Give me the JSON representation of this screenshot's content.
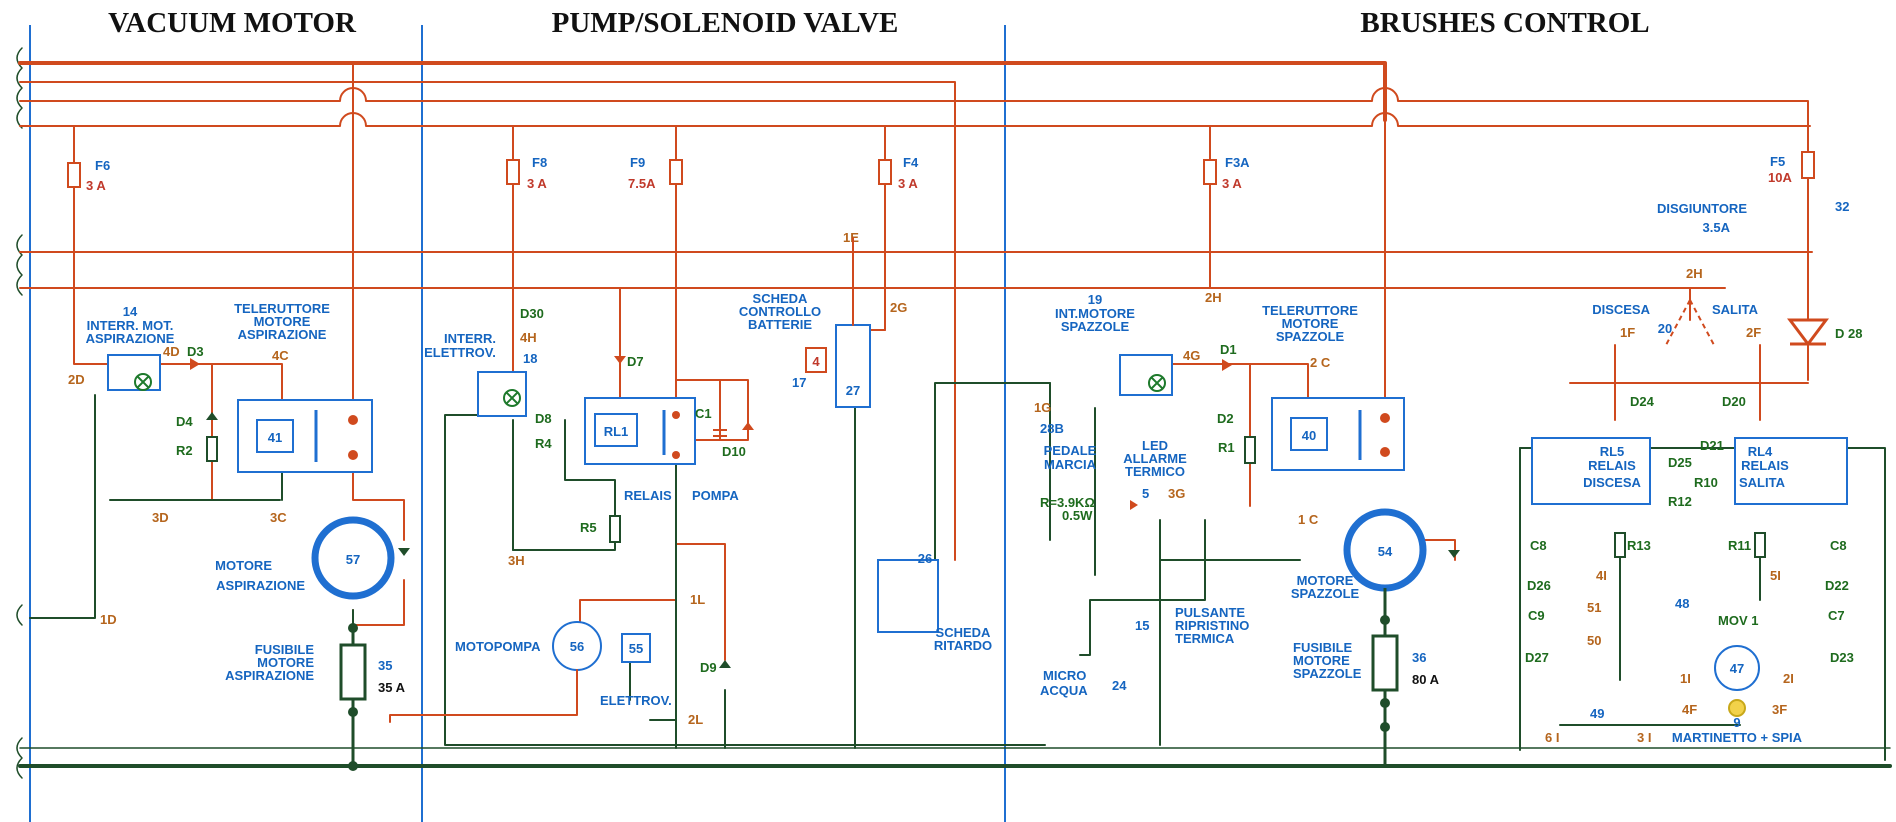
{
  "colors": {
    "background": "#ffffff",
    "power": "#d04a1e",
    "ground": "#1f4d2a",
    "component": "#1f6fd1",
    "label": "#1565c0"
  },
  "sections": [
    "VACUUM MOTOR",
    "PUMP/SOLENOID VALVE",
    "BRUSHES CONTROL"
  ],
  "fuses": [
    {
      "id": "F6",
      "rating": "3 A"
    },
    {
      "id": "F8",
      "rating": "3 A"
    },
    {
      "id": "F9",
      "rating": "7.5A"
    },
    {
      "id": "F4",
      "rating": "3 A"
    },
    {
      "id": "F3A",
      "rating": "3 A"
    },
    {
      "id": "F5",
      "rating": "10A"
    }
  ],
  "components": {
    "c14": [
      "14",
      "INTERR. MOT.",
      "ASPIRAZIONE"
    ],
    "c41": [
      "TELERUTTORE",
      "MOTORE",
      "ASPIRAZIONE"
    ],
    "c57": [
      "MOTORE",
      "ASPIRAZIONE"
    ],
    "c35": [
      "FUSIBILE",
      "MOTORE",
      "ASPIRAZIONE"
    ],
    "c18": [
      "INTERR.",
      "ELETTROV."
    ],
    "relay": "RELAIS",
    "pump": "POMPA",
    "c56": "MOTOPOMPA",
    "c55": "ELETTROV.",
    "c27": [
      "SCHEDA",
      "CONTROLLO",
      "BATTERIE"
    ],
    "c26": [
      "SCHEDA",
      "RITARDO"
    ],
    "c19": [
      "19",
      "INT.MOTORE",
      "SPAZZOLE"
    ],
    "c28": [
      "PEDALE",
      "MARCIA"
    ],
    "c5": [
      "LED",
      "ALLARME",
      "TERMICO"
    ],
    "resistor": [
      "R=3.9KΩ",
      "0.5W"
    ],
    "c40": [
      "TELERUTTORE",
      "MOTORE",
      "SPAZZOLE"
    ],
    "c54": [
      "MOTORE",
      "SPAZZOLE"
    ],
    "c36": [
      "FUSIBILE",
      "MOTORE",
      "SPAZZOLE"
    ],
    "c15": [
      "PULSANTE",
      "RIPRISTINO",
      "TERMICA"
    ],
    "c24": [
      "MICRO",
      "ACQUA"
    ],
    "c32": [
      "DISGIUNTORE",
      "3.5A"
    ],
    "discesa": "DISCESA",
    "salita": "SALITA",
    "rl5": [
      "RL5",
      "RELAIS",
      "DISCESA"
    ],
    "rl4": [
      "RL4",
      "RELAIS",
      "SALITA"
    ],
    "mov": "MOV 1",
    "martinetto": "MARTINETTO + SPIA"
  },
  "labels": {
    "v41": "41",
    "v57": "57",
    "v35": "35",
    "a35": "35 A",
    "v18": "18",
    "rl1": "RL1",
    "c1": "C1",
    "v56": "56",
    "v55": "55",
    "v4": "4",
    "v17": "17",
    "v27": "27",
    "v26": "26",
    "v40": "40",
    "v54": "54",
    "v36": "36",
    "a36": "80 A",
    "v15": "15",
    "v24": "24",
    "v32": "32",
    "v20": "20",
    "v47": "47",
    "v9": "9",
    "v49": "49",
    "v48": "48",
    "d3": "D3",
    "d4": "D4",
    "r2": "R2",
    "d30": "D30",
    "d8": "D8",
    "r4": "R4",
    "d7": "D7",
    "d10": "D10",
    "r5": "R5",
    "d9": "D9",
    "d1": "D1",
    "d2": "D2",
    "r1": "R1",
    "d28": "D 28",
    "d24": "D24",
    "d20": "D20",
    "d25": "D25",
    "r12": "R12",
    "d21": "D21",
    "r10": "R10",
    "r13": "R13",
    "r11": "R11",
    "c8a": "C8",
    "c8b": "C8",
    "d26": "D26",
    "d22": "D22",
    "c9": "C9",
    "c7": "C7",
    "d27": "D27",
    "d23": "D23",
    "n4d": "4D",
    "n4c": "4C",
    "n2d": "2D",
    "n3d": "3D",
    "n3c": "3C",
    "n1d": "1D",
    "n4h": "4H",
    "n3h": "3H",
    "n1e": "1E",
    "n2g": "2G",
    "n1l": "1L",
    "n2l": "2L",
    "n2h": "2H",
    "n4g": "4G",
    "n2c": "2 C",
    "n1g": "1G",
    "n28b": "28B",
    "n5": "5",
    "n3g": "3G",
    "n1c": "1 C",
    "n2h2": "2H",
    "n1f": "1F",
    "n2f": "2F",
    "n4i": "4I",
    "n5i": "5I",
    "n51": "51",
    "n50": "50",
    "n1i": "1I",
    "n2i": "2I",
    "n4f": "4F",
    "n3f": "3F",
    "n6i": "6 I",
    "n3i": "3 I"
  }
}
